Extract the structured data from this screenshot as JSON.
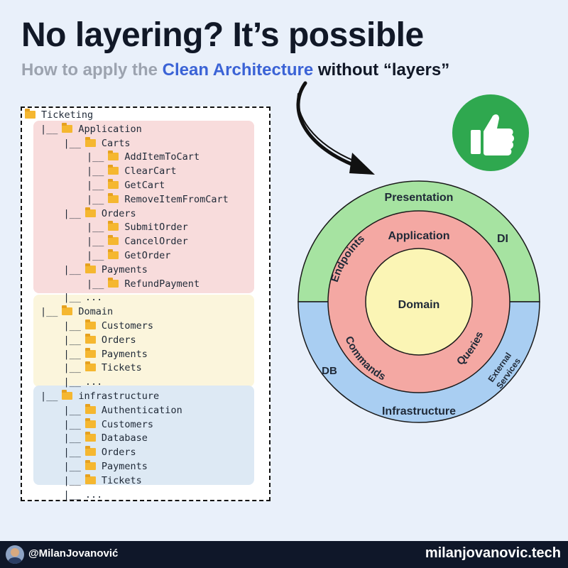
{
  "header": {
    "title": "No layering? It’s possible",
    "subtitle_prefix": "How to apply the ",
    "subtitle_highlight": "Clean Architecture",
    "subtitle_suffix": " without “layers”"
  },
  "tree": [
    {
      "level": 0,
      "label": "Ticketing"
    },
    {
      "level": 1,
      "label": "Application"
    },
    {
      "level": 2,
      "label": "Carts"
    },
    {
      "level": 3,
      "label": "AddItemToCart"
    },
    {
      "level": 3,
      "label": "ClearCart"
    },
    {
      "level": 3,
      "label": "GetCart"
    },
    {
      "level": 3,
      "label": "RemoveItemFromCart"
    },
    {
      "level": 2,
      "label": "Orders"
    },
    {
      "level": 3,
      "label": "SubmitOrder"
    },
    {
      "level": 3,
      "label": "CancelOrder"
    },
    {
      "level": 3,
      "label": "GetOrder"
    },
    {
      "level": 2,
      "label": "Payments"
    },
    {
      "level": 3,
      "label": "RefundPayment"
    },
    {
      "level": 2,
      "label": "...",
      "folder": false
    },
    {
      "level": 1,
      "label": "Domain"
    },
    {
      "level": 2,
      "label": "Customers"
    },
    {
      "level": 2,
      "label": "Orders"
    },
    {
      "level": 2,
      "label": "Payments"
    },
    {
      "level": 2,
      "label": "Tickets"
    },
    {
      "level": 2,
      "label": "...",
      "folder": false
    },
    {
      "level": 1,
      "label": "infrastructure"
    },
    {
      "level": 2,
      "label": "Authentication"
    },
    {
      "level": 2,
      "label": "Customers"
    },
    {
      "level": 2,
      "label": "Database"
    },
    {
      "level": 2,
      "label": "Orders"
    },
    {
      "level": 2,
      "label": "Payments"
    },
    {
      "level": 2,
      "label": "Tickets"
    },
    {
      "level": 2,
      "label": "...",
      "folder": false
    }
  ],
  "diagram": {
    "presentation": "Presentation",
    "endpoints": "Endpoints",
    "di": "DI",
    "application": "Application",
    "domain": "Domain",
    "commands": "Commands",
    "queries": "Queries",
    "db": "DB",
    "external": "External",
    "services": "Services",
    "infrastructure": "Infrastructure"
  },
  "icons": {
    "thumb": "thumbs-up-icon",
    "arrow": "curved-arrow-icon",
    "folder": "folder-icon"
  },
  "colors": {
    "presentation": "#a6e3a1",
    "infrastructure": "#a9cef2",
    "application": "#f4a8a3",
    "domain": "#fbf5b5",
    "thumb_bg": "#2fa84f",
    "highlight": "#3b63d6"
  },
  "footer": {
    "handle": "@MilanJovanović",
    "site": "milanjovanovic.tech"
  }
}
